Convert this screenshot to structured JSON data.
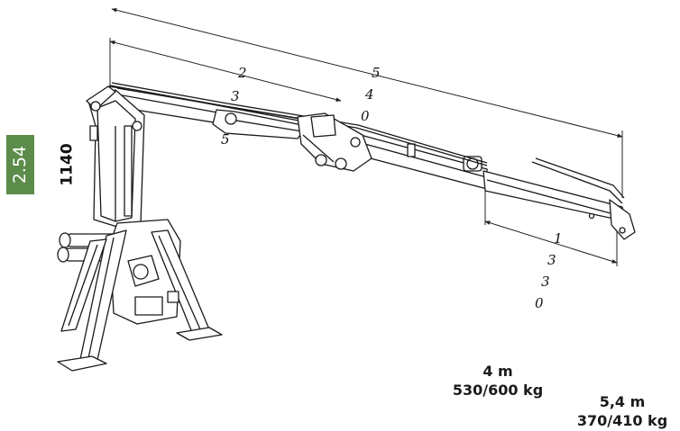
{
  "badge": {
    "text": "2.54",
    "color": "#5c8c4a"
  },
  "dimension_height": "1140",
  "dimension_total": [
    "5",
    "4",
    "0"
  ],
  "dimension_arm": [
    "2",
    "3",
    "5"
  ],
  "dimension_extension": [
    "1",
    "3",
    "3",
    "0"
  ],
  "reach_1": {
    "distance": "4 m",
    "capacity": "530/600 kg"
  },
  "reach_2": {
    "distance": "5,4 m",
    "capacity": "370/410 kg"
  }
}
